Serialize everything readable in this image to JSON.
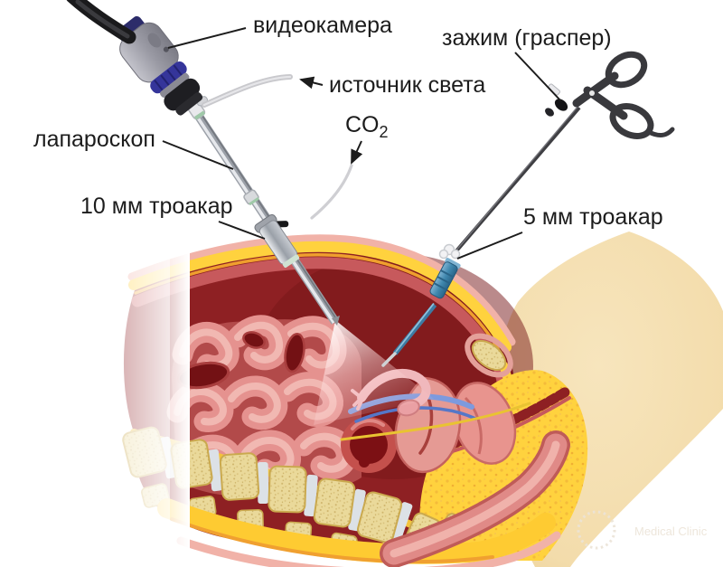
{
  "diagram": {
    "type": "medical-illustration",
    "subject": "laparoscopic surgery cross-section"
  },
  "labels": {
    "videocamera": "видеокамера",
    "grasper": "зажим (граспер)",
    "light_source": "источник света",
    "co2_main": "CO",
    "co2_sub": "2",
    "laparoscope": "лапароскоп",
    "trocar10": "10 мм троакар",
    "trocar5": "5 мм троакар"
  },
  "watermark": {
    "text": "Medical Clinic"
  },
  "colors": {
    "background": "#ffffff",
    "label_text": "#1c1c1c",
    "skin_outer": "#f1b2a8",
    "fat_yellow": "#ffd23e",
    "fat_orange_line": "#ef9f2e",
    "muscle_red": "#c7595c",
    "cavity_dark_red": "#8e2023",
    "intestine_pink": "#e5928f",
    "intestine_highlight": "#f3bdb6",
    "lumen_dark": "#731114",
    "bone_tan": "#ead99a",
    "disc_gray": "#dce1e6",
    "thigh_skin": "#f3dcab",
    "instrument_gray": "#b9bcc2",
    "trocar5_blue": "#4a8fb5",
    "grasper_dark": "#39393d",
    "light_cone": "#ffeaea"
  }
}
